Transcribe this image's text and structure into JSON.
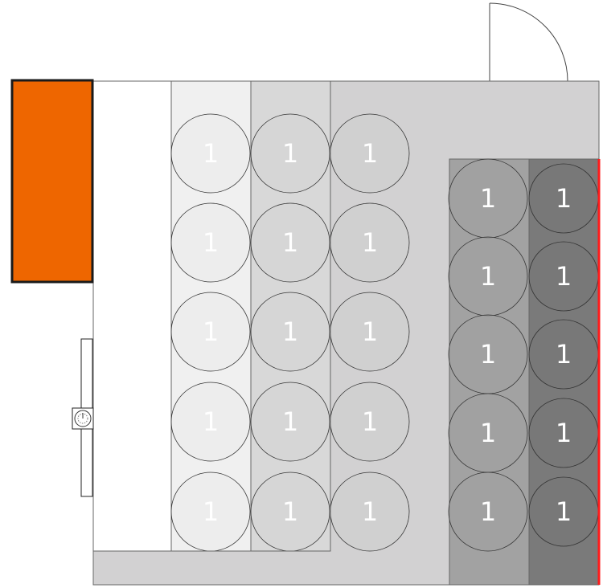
{
  "floorplan": {
    "colors": {
      "background": "#ffffff",
      "room": "#d2d1d2",
      "aisle": "#ffffff",
      "section_1": "#f0f0f0",
      "section_2": "#d8d8d8",
      "section_4": "#a2a2a2",
      "section_5": "#7a7a7a",
      "stage": "#ee6600",
      "stage_border": "#1a1a1a",
      "accent_wall": "#ff1a1a",
      "outline": "#444444"
    },
    "stage": {
      "label": ""
    },
    "sections": [
      {
        "name": "section-1",
        "color_key": "section_1",
        "seat_fill": "rgba(235,235,235,0.6)",
        "seats": [
          "1",
          "1",
          "1",
          "1",
          "1"
        ]
      },
      {
        "name": "section-2",
        "color_key": "section_2",
        "seat_fill": "rgba(214,214,214,0.6)",
        "seats": [
          "1",
          "1",
          "1",
          "1",
          "1"
        ]
      },
      {
        "name": "section-3",
        "color_key": "room",
        "seat_fill": "rgba(206,206,206,0.6)",
        "seats": [
          "1",
          "1",
          "1",
          "1",
          "1"
        ]
      },
      {
        "name": "section-4",
        "color_key": "section_4",
        "seat_fill": "rgba(160,160,160,0.6)",
        "seats": [
          "1",
          "1",
          "1",
          "1",
          "1"
        ]
      },
      {
        "name": "section-5",
        "color_key": "section_5",
        "seat_fill": "rgba(118,118,118,0.6)",
        "seats": [
          "1",
          "1",
          "1",
          "1",
          "1"
        ]
      }
    ]
  }
}
